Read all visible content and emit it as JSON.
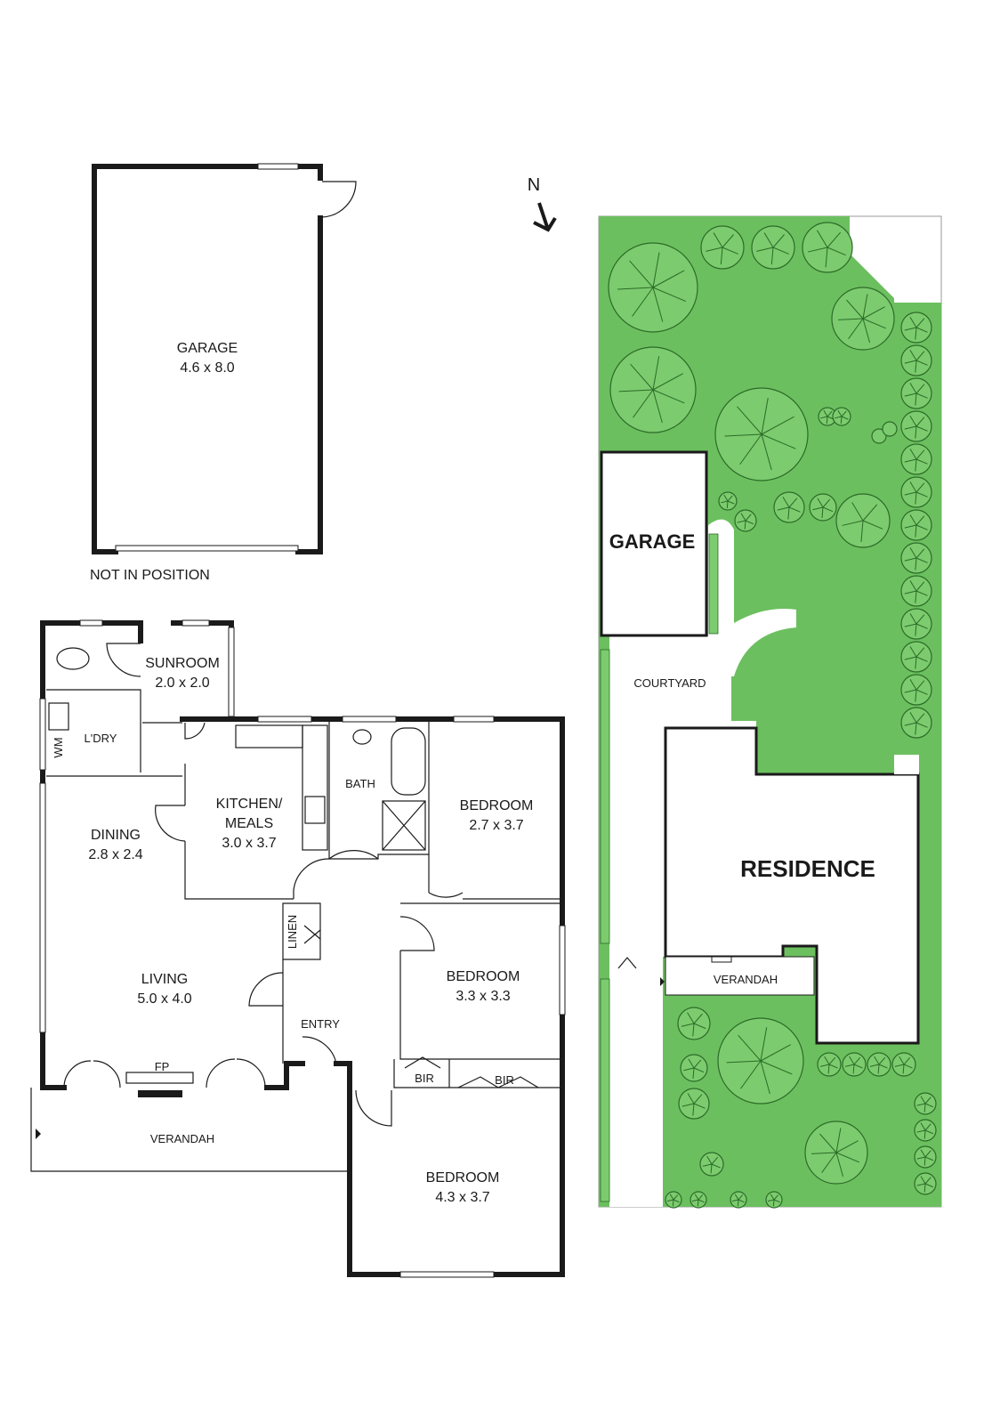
{
  "north_label": "N",
  "garage_plan": {
    "name": "GARAGE",
    "size": "4.6 x 8.0",
    "note": "NOT IN POSITION"
  },
  "rooms": {
    "sunroom": {
      "name": "SUNROOM",
      "size": "2.0 x 2.0"
    },
    "laundry": {
      "name": "L'DRY"
    },
    "wm": {
      "name": "WM"
    },
    "kitchen": {
      "name_line1": "KITCHEN/",
      "name_line2": "MEALS",
      "size": "3.0 x 3.7"
    },
    "bath": {
      "name": "BATH"
    },
    "bedroom1": {
      "name": "BEDROOM",
      "size": "2.7 x 3.7"
    },
    "dining": {
      "name": "DINING",
      "size": "2.8 x 2.4"
    },
    "living": {
      "name": "LIVING",
      "size": "5.0 x 4.0"
    },
    "linen": {
      "name": "LINEN"
    },
    "bedroom2": {
      "name": "BEDROOM",
      "size": "3.3 x 3.3"
    },
    "entry": {
      "name": "ENTRY"
    },
    "fp": {
      "name": "FP"
    },
    "bir1": {
      "name": "BIR"
    },
    "bir2": {
      "name": "BIR"
    },
    "verandah": {
      "name": "VERANDAH"
    },
    "bedroom3": {
      "name": "BEDROOM",
      "size": "4.3 x 3.7"
    }
  },
  "site_plan": {
    "garage": "GARAGE",
    "courtyard": "COURTYARD",
    "residence": "RESIDENCE",
    "verandah": "VERANDAH",
    "lawn_color": "#6cbf5f",
    "tree_color": "#7ccb6e"
  }
}
